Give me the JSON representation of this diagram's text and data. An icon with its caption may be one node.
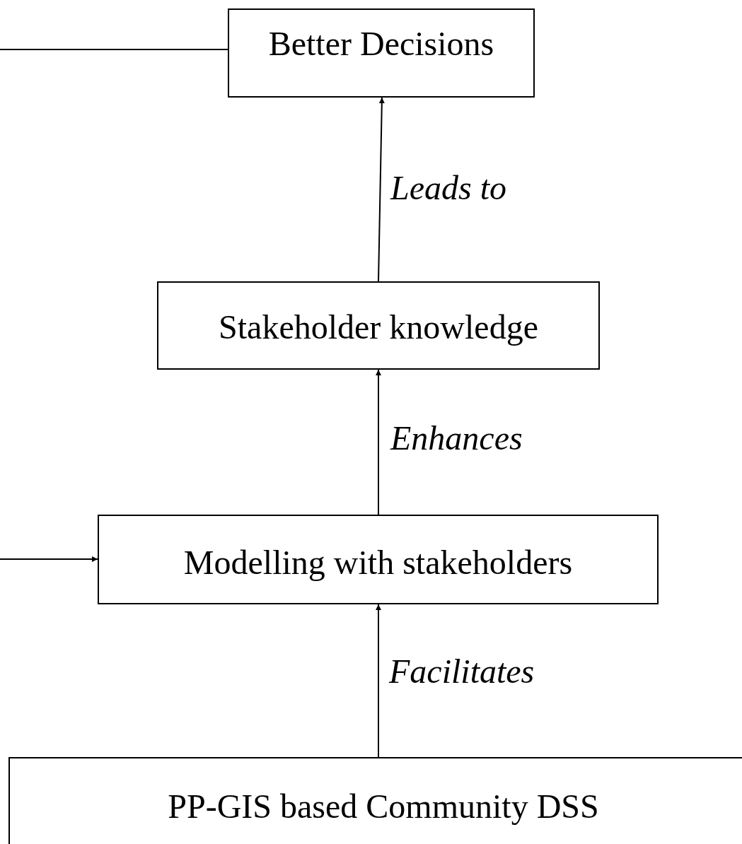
{
  "diagram": {
    "nodes": [
      {
        "text": [
          "Better Decisions"
        ]
      },
      {
        "text": [
          "Stakeholder knowledge"
        ]
      },
      {
        "text": [
          "Modelling with stakeholders"
        ]
      },
      {
        "text": [
          "PP-GIS based Community DSS"
        ]
      }
    ],
    "edges": [
      {
        "from": null,
        "to": 0,
        "arrow": "none"
      },
      {
        "from": 1,
        "to": 0,
        "arrow": "to",
        "label": "Leads to"
      },
      {
        "from": 2,
        "to": 1,
        "arrow": "to",
        "label": "Enhances"
      },
      {
        "from": null,
        "to": 2,
        "arrow": "to"
      },
      {
        "from": 3,
        "to": 2,
        "arrow": "to",
        "label": "Facilitates"
      }
    ]
  }
}
